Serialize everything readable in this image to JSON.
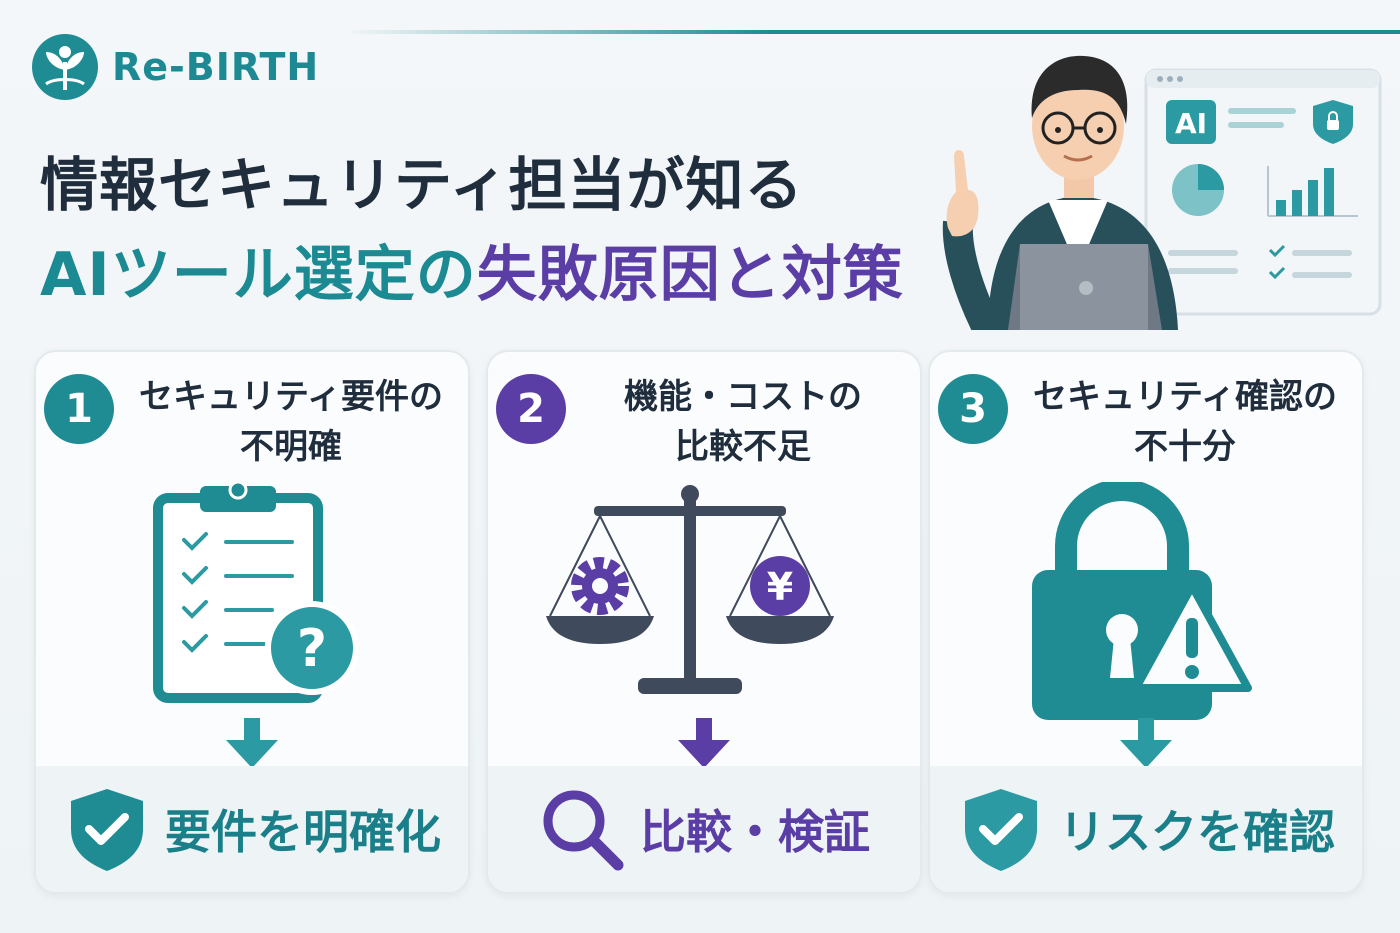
{
  "brand": {
    "name": "Re-BIRTH",
    "color": "#1d8a93"
  },
  "headline": {
    "line1": "情報セキュリティ担当が知る",
    "line2_teal": "AIツール選定の",
    "line2_purple": "失敗原因と対策"
  },
  "hero": {
    "screen_badge": "AI"
  },
  "colors": {
    "teal": "#1f8c94",
    "purple": "#5b3ea5",
    "slate": "#3f4a5c"
  },
  "cards": [
    {
      "number": "1",
      "title": "セキュリティ要件の\n不明確",
      "result": "要件を明確化",
      "illustration": "clipboard-question-icon",
      "result_icon": "shield-check-icon"
    },
    {
      "number": "2",
      "title": "機能・コストの\n比較不足",
      "result": "比較・検証",
      "illustration": "balance-scale-icon",
      "result_icon": "magnifier-icon",
      "coin_symbol": "¥"
    },
    {
      "number": "3",
      "title": "セキュリティ確認の\n不十分",
      "result": "リスクを確認",
      "illustration": "padlock-warning-icon",
      "result_icon": "shield-check-icon"
    }
  ]
}
